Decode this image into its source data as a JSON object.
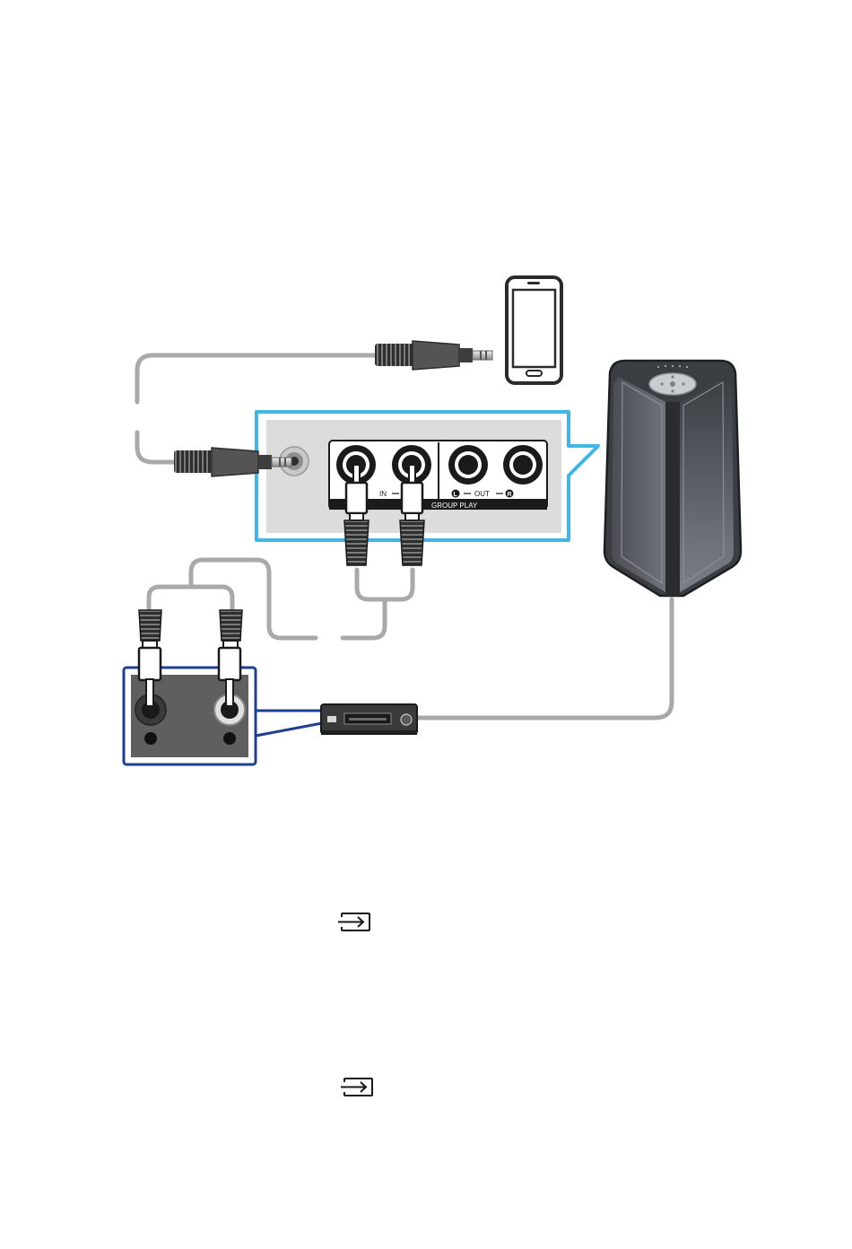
{
  "panel_labels": {
    "in": "IN",
    "out": "OUT",
    "left_marker": "L",
    "right_marker": "R",
    "group_play": "GROUP PLAY"
  },
  "icons": [
    "smartphone-icon",
    "speaker-icon",
    "audio-device-icon",
    "input-source-icon"
  ],
  "colors": {
    "highlight_light_blue": "#41b6e6",
    "highlight_dark_blue": "#1f3f94",
    "cable_gray": "#a9a9a9",
    "panel_gray": "#dcdcdc"
  }
}
